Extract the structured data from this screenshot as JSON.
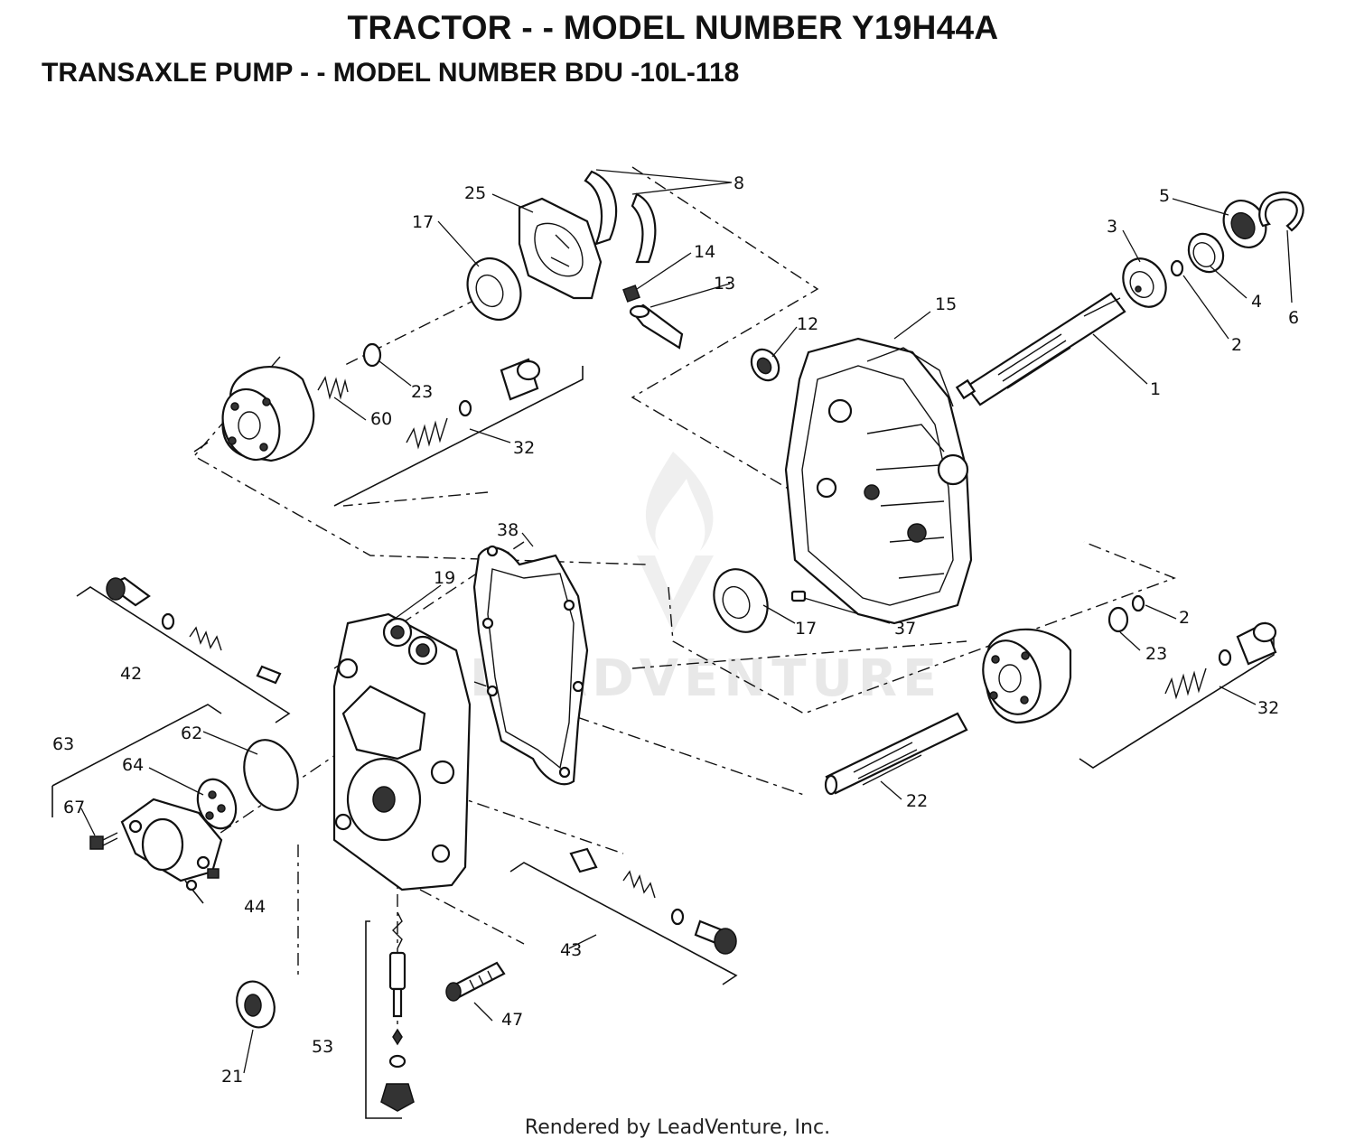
{
  "header": {
    "title": "TRACTOR - - MODEL NUMBER Y19H44A",
    "subtitle": "TRANSAXLE PUMP - - MODEL NUMBER BDU -10L-118"
  },
  "watermark": {
    "text": "LEADVENTURE"
  },
  "footer": {
    "text": "Rendered by LeadVenture, Inc."
  },
  "callouts": [
    {
      "id": "c8",
      "text": "8"
    },
    {
      "id": "c25",
      "text": "25"
    },
    {
      "id": "c17a",
      "text": "17"
    },
    {
      "id": "c14",
      "text": "14"
    },
    {
      "id": "c13",
      "text": "13"
    },
    {
      "id": "c23a",
      "text": "23"
    },
    {
      "id": "c60",
      "text": "60"
    },
    {
      "id": "c32a",
      "text": "32"
    },
    {
      "id": "c12",
      "text": "12"
    },
    {
      "id": "c15",
      "text": "15"
    },
    {
      "id": "c3",
      "text": "3"
    },
    {
      "id": "c5",
      "text": "5"
    },
    {
      "id": "c4",
      "text": "4"
    },
    {
      "id": "c6",
      "text": "6"
    },
    {
      "id": "c2a",
      "text": "2"
    },
    {
      "id": "c1",
      "text": "1"
    },
    {
      "id": "c38",
      "text": "38"
    },
    {
      "id": "c19",
      "text": "19"
    },
    {
      "id": "c17b",
      "text": "17"
    },
    {
      "id": "c37",
      "text": "37"
    },
    {
      "id": "c2b",
      "text": "2"
    },
    {
      "id": "c23b",
      "text": "23"
    },
    {
      "id": "c32b",
      "text": "32"
    },
    {
      "id": "c42",
      "text": "42"
    },
    {
      "id": "c62",
      "text": "62"
    },
    {
      "id": "c63",
      "text": "63"
    },
    {
      "id": "c64",
      "text": "64"
    },
    {
      "id": "c67",
      "text": "67"
    },
    {
      "id": "c44",
      "text": "44"
    },
    {
      "id": "c22",
      "text": "22"
    },
    {
      "id": "c43",
      "text": "43"
    },
    {
      "id": "c47",
      "text": "47"
    },
    {
      "id": "c53",
      "text": "53"
    },
    {
      "id": "c21",
      "text": "21"
    }
  ]
}
